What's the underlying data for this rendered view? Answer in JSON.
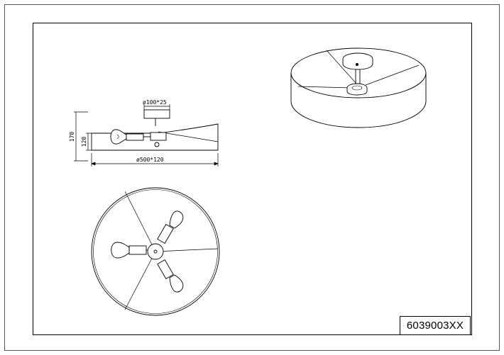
{
  "drawing": {
    "dimensions": {
      "base": "ø100*25",
      "total_height": "170",
      "shade_height": "120",
      "shade": "ø500*120"
    },
    "product_code": "6039003XX"
  }
}
